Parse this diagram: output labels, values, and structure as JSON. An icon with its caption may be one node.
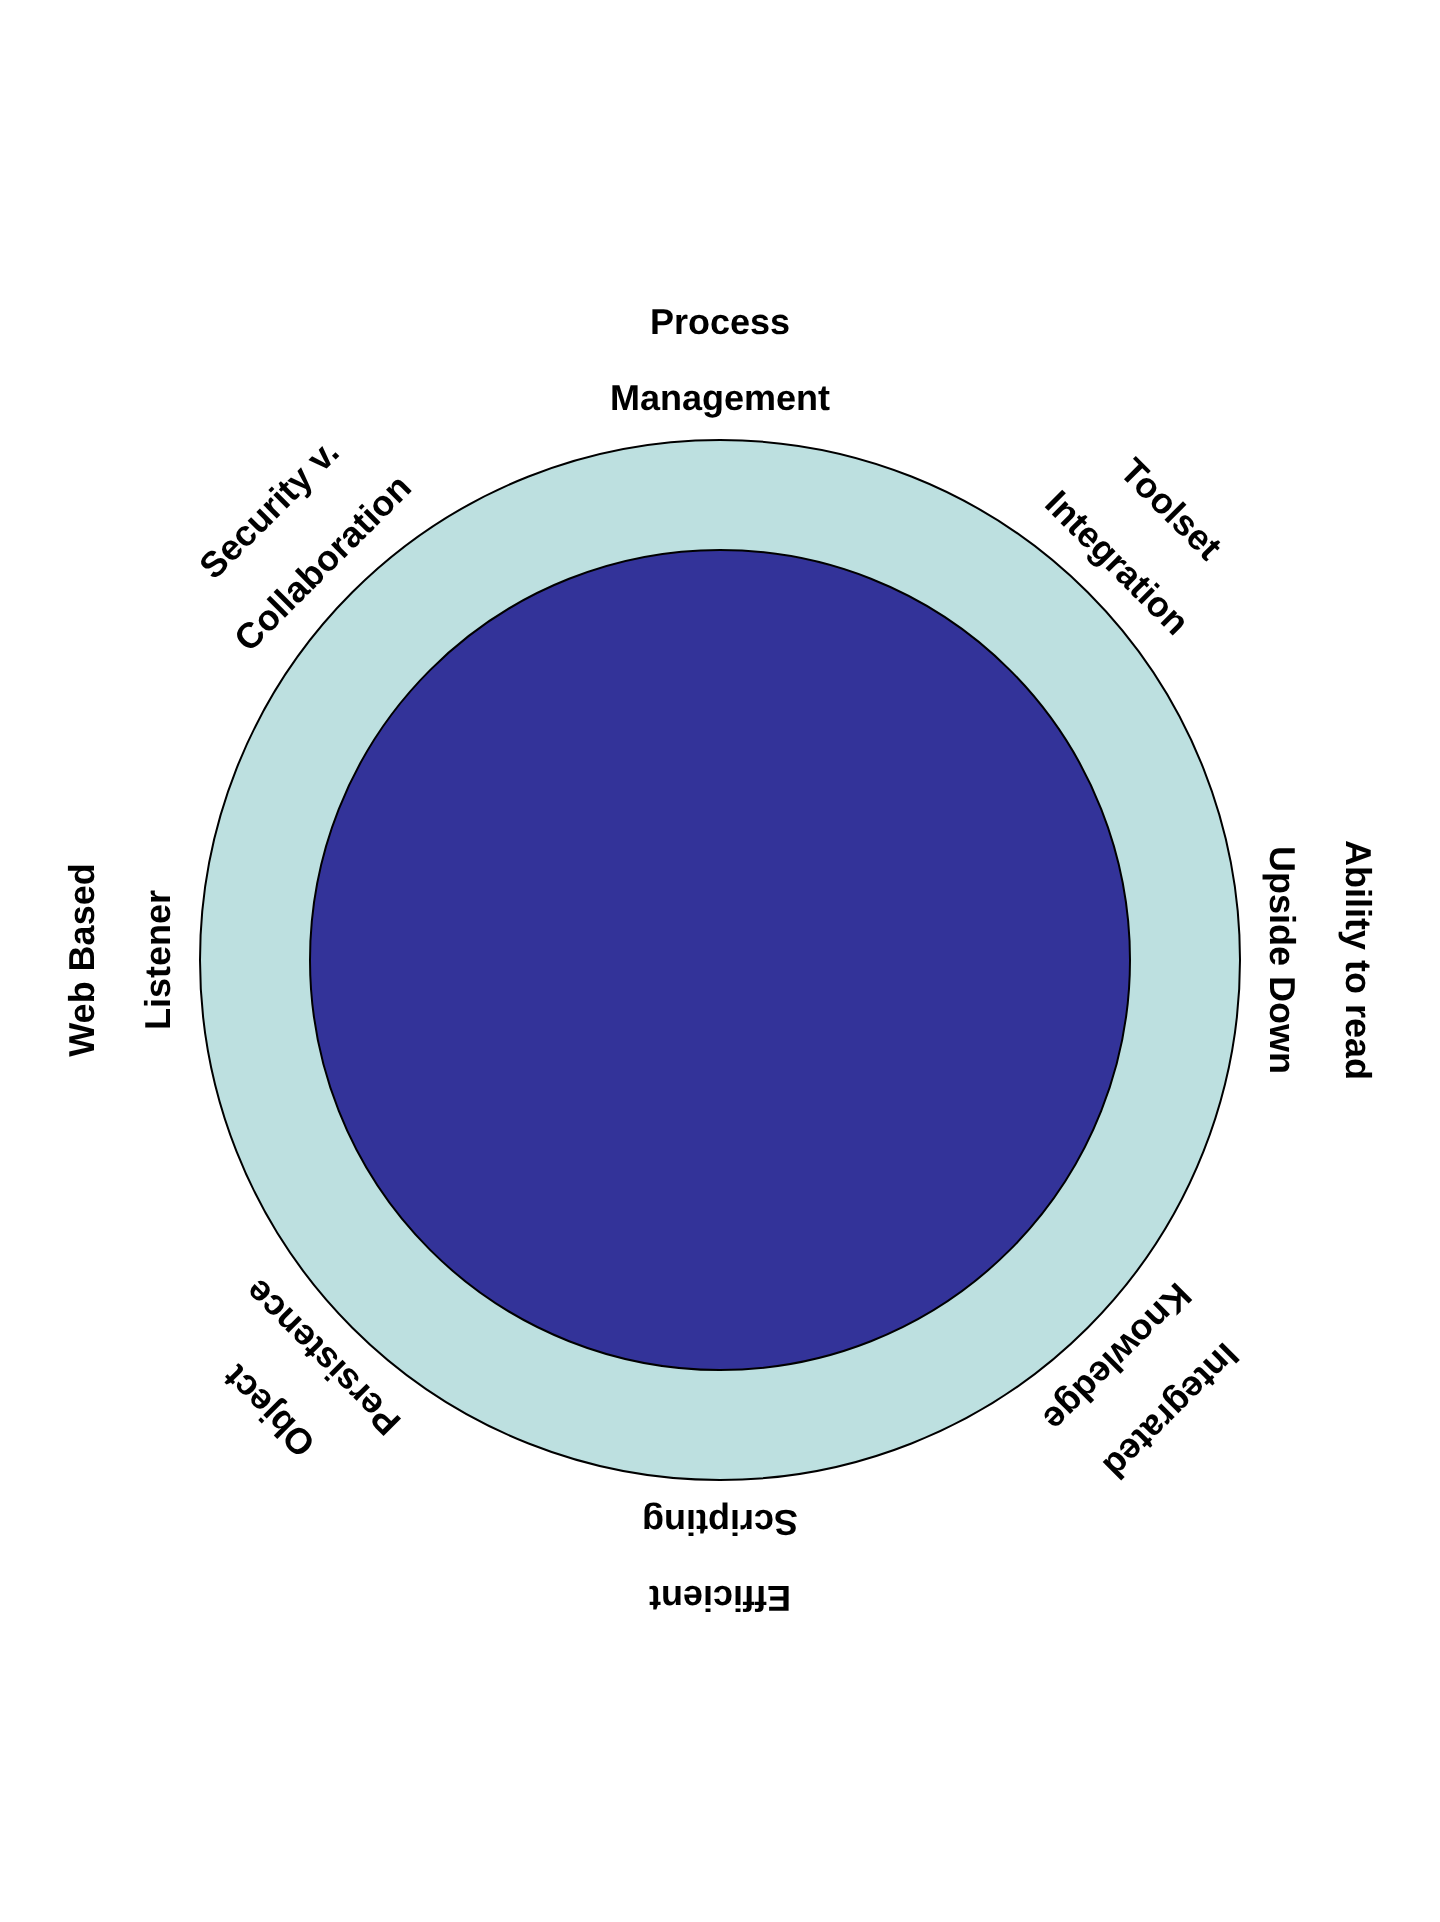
{
  "diagram": {
    "nodes": [
      {
        "text": [],
        "shape": "circle"
      },
      {
        "text": [],
        "shape": "circle",
        "in": 0
      }
    ],
    "labels": [
      "Process Management",
      "Security v. Collaboration",
      "Toolset Integration",
      "Web Based Listener",
      "Ability to read Upside Down",
      "Object Persistence",
      "Integrated Knowledge",
      "Efficient Scripting"
    ]
  }
}
